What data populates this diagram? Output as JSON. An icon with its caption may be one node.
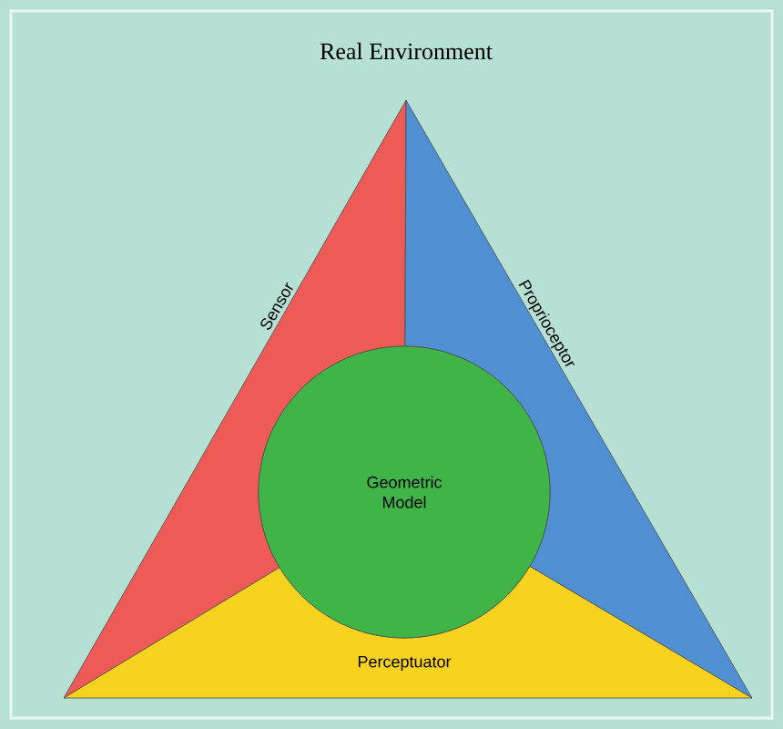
{
  "diagram": {
    "nodes": [
      {
        "text": [
          "Sensor"
        ]
      },
      {
        "text": [
          "Proprioceptor"
        ]
      },
      {
        "text": [
          "Perceptuator"
        ]
      },
      {
        "text": [
          "Geometric Model"
        ]
      }
    ],
    "labels": [
      "Real Environment"
    ]
  }
}
